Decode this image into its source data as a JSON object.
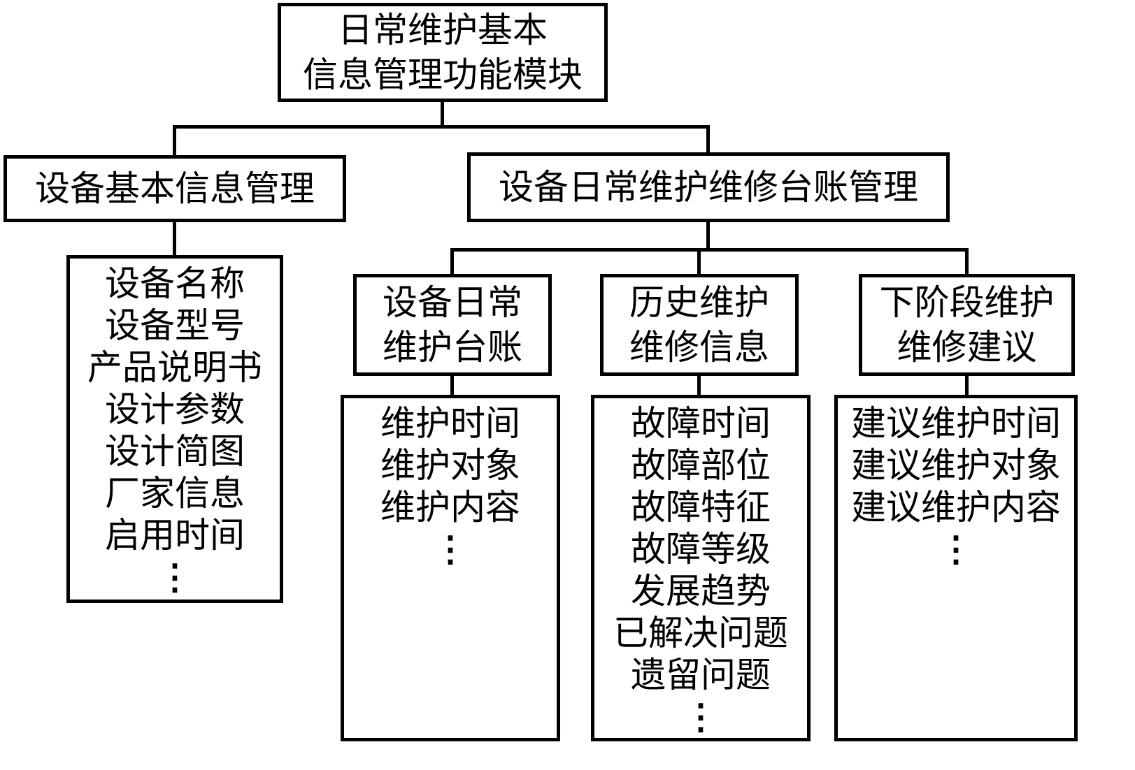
{
  "diagram": {
    "root": {
      "line1": "日常维护基本",
      "line2": "信息管理功能模块"
    },
    "left_branch": {
      "title": "设备基本信息管理",
      "items": [
        "设备名称",
        "设备型号",
        "产品说明书",
        "设计参数",
        "设计简图",
        "厂家信息",
        "启用时间",
        "⋮"
      ]
    },
    "right_branch": {
      "title": "设备日常维护维修台账管理",
      "children": [
        {
          "line1": "设备日常",
          "line2": "维护台账",
          "items": [
            "维护时间",
            "维护对象",
            "维护内容",
            "⋮"
          ]
        },
        {
          "line1": "历史维护",
          "line2": "维修信息",
          "items": [
            "故障时间",
            "故障部位",
            "故障特征",
            "故障等级",
            "发展趋势",
            "已解决问题",
            "遗留问题",
            "⋮"
          ]
        },
        {
          "line1": "下阶段维护",
          "line2": "维修建议",
          "items": [
            "建议维护时间",
            "建议维护对象",
            "建议维护内容",
            "⋮"
          ]
        }
      ]
    },
    "colors": {
      "line": "#000000",
      "background": "#ffffff",
      "text": "#000000"
    }
  }
}
